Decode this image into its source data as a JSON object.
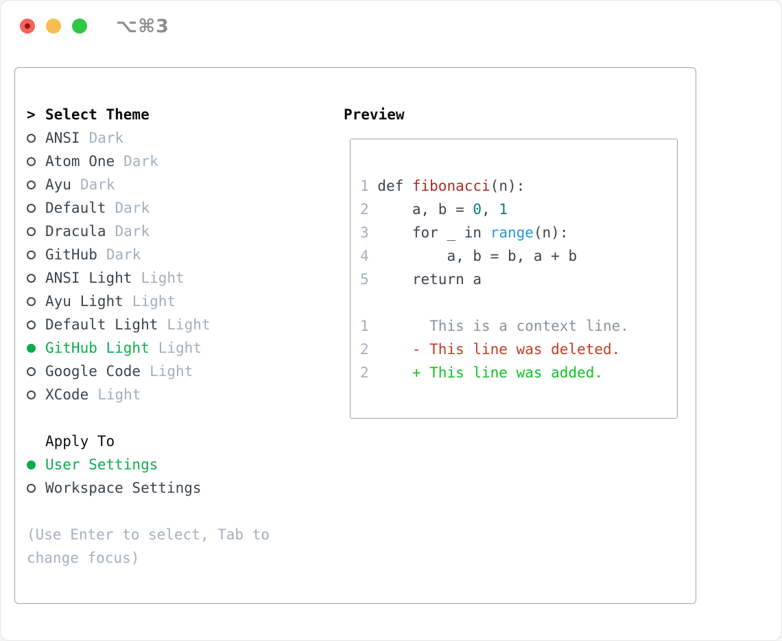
{
  "window": {
    "title": "⌥⌘3",
    "traffic_lights": [
      {
        "name": "close",
        "color": "#f4645a",
        "dot_color": "#8f1a10"
      },
      {
        "name": "minimize",
        "color": "#f6be50"
      },
      {
        "name": "zoom",
        "color": "#2fc748"
      }
    ]
  },
  "theme_panel": {
    "header": {
      "prompt": ">",
      "label": "Select Theme"
    },
    "themes": [
      {
        "name": "ANSI",
        "variant": "Dark",
        "selected": false
      },
      {
        "name": "Atom One",
        "variant": "Dark",
        "selected": false
      },
      {
        "name": "Ayu",
        "variant": "Dark",
        "selected": false
      },
      {
        "name": "Default",
        "variant": "Dark",
        "selected": false
      },
      {
        "name": "Dracula",
        "variant": "Dark",
        "selected": false
      },
      {
        "name": "GitHub",
        "variant": "Dark",
        "selected": false
      },
      {
        "name": "ANSI Light",
        "variant": "Light",
        "selected": false
      },
      {
        "name": "Ayu Light",
        "variant": "Light",
        "selected": false
      },
      {
        "name": "Default Light",
        "variant": "Light",
        "selected": false
      },
      {
        "name": "GitHub Light",
        "variant": "Light",
        "selected": true
      },
      {
        "name": "Google Code",
        "variant": "Light",
        "selected": false
      },
      {
        "name": "XCode",
        "variant": "Light",
        "selected": false
      }
    ],
    "apply_to": {
      "label": "Apply To",
      "options": [
        {
          "label": "User Settings",
          "selected": true
        },
        {
          "label": "Workspace Settings",
          "selected": false
        }
      ]
    },
    "hint_lines": [
      "(Use Enter to select, Tab to",
      "change focus)"
    ]
  },
  "preview": {
    "label": "Preview",
    "code_lines": [
      {
        "num": "1",
        "tokens": [
          [
            "plain",
            " def "
          ],
          [
            "func",
            "fibonacci"
          ],
          [
            "plain",
            "(n):"
          ]
        ]
      },
      {
        "num": "2",
        "tokens": [
          [
            "plain",
            "     a, b = "
          ],
          [
            "number",
            "0"
          ],
          [
            "plain",
            ", "
          ],
          [
            "number",
            "1"
          ]
        ]
      },
      {
        "num": "3",
        "tokens": [
          [
            "plain",
            "     for _ in "
          ],
          [
            "builtin",
            "range"
          ],
          [
            "plain",
            "(n):"
          ]
        ]
      },
      {
        "num": "4",
        "tokens": [
          [
            "plain",
            "         a, b = b, a + b"
          ]
        ]
      },
      {
        "num": "5",
        "tokens": [
          [
            "plain",
            "     return a"
          ]
        ]
      }
    ],
    "diff_lines": [
      {
        "num": "1",
        "type": "context",
        "tokens": [
          [
            "context",
            "       This is a context line."
          ]
        ]
      },
      {
        "num": "2",
        "type": "deleted",
        "tokens": [
          [
            "deleted",
            "     - This line was deleted."
          ]
        ]
      },
      {
        "num": "2",
        "type": "added",
        "tokens": [
          [
            "added",
            "     + This line was added."
          ]
        ]
      }
    ]
  },
  "colors": {
    "accent_green": "#0cab4d",
    "added_green": "#0fc324",
    "deleted_red": "#c53a1f",
    "function_red": "#b12a21",
    "number_teal": "#0a7c77",
    "builtin_blue": "#2595d4",
    "context_gray": "#8b939d",
    "muted_gray": "#a5afba",
    "text_dark": "#3d444c",
    "border_gray": "#9aa3ad"
  }
}
